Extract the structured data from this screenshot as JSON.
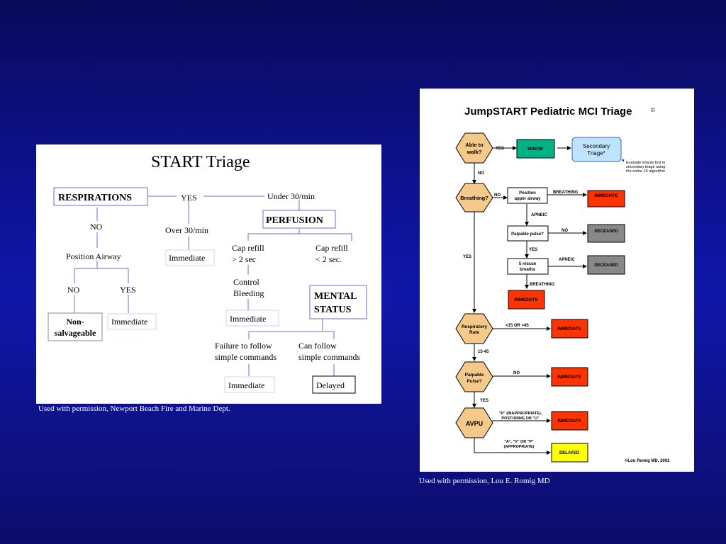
{
  "start_chart": {
    "title": "START Triage",
    "respirations": "RESPIRATIONS",
    "yes_top": "YES",
    "under30": "Under 30/min",
    "perfusion": "PERFUSION",
    "no_left": "NO",
    "over30": "Over 30/min",
    "position_airway": "Position Airway",
    "immediate_over30": "Immediate",
    "no_airway": "NO",
    "yes_airway": "YES",
    "non_salvageable_1": "Non-",
    "non_salvageable_2": "salvageable",
    "immediate_airway": "Immediate",
    "cap_refill_gt_1": "Cap refill",
    "cap_refill_gt_2": "> 2 sec",
    "cap_refill_lt_1": "Cap refill",
    "cap_refill_lt_2": "< 2 sec.",
    "control_1": "Control",
    "control_2": "Bleeding",
    "immediate_perfusion": "Immediate",
    "mental_1": "MENTAL",
    "mental_2": "STATUS",
    "fail_follow_1": "Failure to follow",
    "fail_follow_2": "simple commands",
    "can_follow_1": "Can follow",
    "can_follow_2": "simple commands",
    "immediate_mental": "Immediate",
    "delayed": "Delayed"
  },
  "start_credit": "Used with permission, Newport Beach Fire and Marine Dept.",
  "jumpstart_chart": {
    "title": "JumpSTART Pediatric MCI Triage",
    "copyright_mark": "©",
    "able_1": "Able to",
    "able_2": "walk?",
    "yes_walk": "YES",
    "minor": "MINOR",
    "secondary_1": "Secondary",
    "secondary_2": "Triage*",
    "note_star": "*",
    "note_1": "Evaluate infants first in",
    "note_2": "secondary triage using",
    "note_3": "the entire JS algorithm",
    "no_walk": "NO",
    "breathing_q": "Breathing?",
    "no_breathing": "NO",
    "position_1": "Position",
    "position_2": "upper airway",
    "breathing_airway": "BREATHING",
    "immediate_1": "IMMEDIATE",
    "apneic_1": "APNEIC",
    "palpable_pulse_q": "Palpable pulse?",
    "no_pulse": "NO",
    "deceased_1": "DECEASED",
    "yes_pulse": "YES",
    "rescue_1": "5 rescue",
    "rescue_2": "breaths",
    "apneic_2": "APNEIC",
    "deceased_2": "DECEASED",
    "breathing_rescue": "BREATHING",
    "immediate_2": "IMMEDIATE",
    "yes_breathing": "YES",
    "resp_1": "Respiratory",
    "resp_2": "Rate",
    "rate_abnormal": "<15 OR >45",
    "immediate_3": "IMMEDIATE",
    "rate_normal": "15-45",
    "palp_1": "Palpable",
    "palp_2": "Pulse?",
    "no_palp": "NO",
    "immediate_4": "IMMEDIATE",
    "yes_palp": "YES",
    "avpu": "AVPU",
    "inappropriate_1": "\"P\" (INAPPROPRIATE),",
    "inappropriate_2": "POSTURING OR \"U\"",
    "immediate_5": "IMMEDIATE",
    "appropriate_1": "\"A\", \"V\" OR \"P\"",
    "appropriate_2": "(APPROPRIATE)",
    "delayed": "DELAYED",
    "author": "©Lou Romig MD, 2002"
  },
  "jumpstart_credit": "Used with permission, Lou E. Romig MD",
  "colors": {
    "immediate_red": "#ff3300",
    "minor_green": "#00b386",
    "deceased_gray": "#888888",
    "delayed_yellow": "#ffff00",
    "hexagon_tan": "#f5c98a",
    "secondary_blue": "#bfe4ff"
  }
}
